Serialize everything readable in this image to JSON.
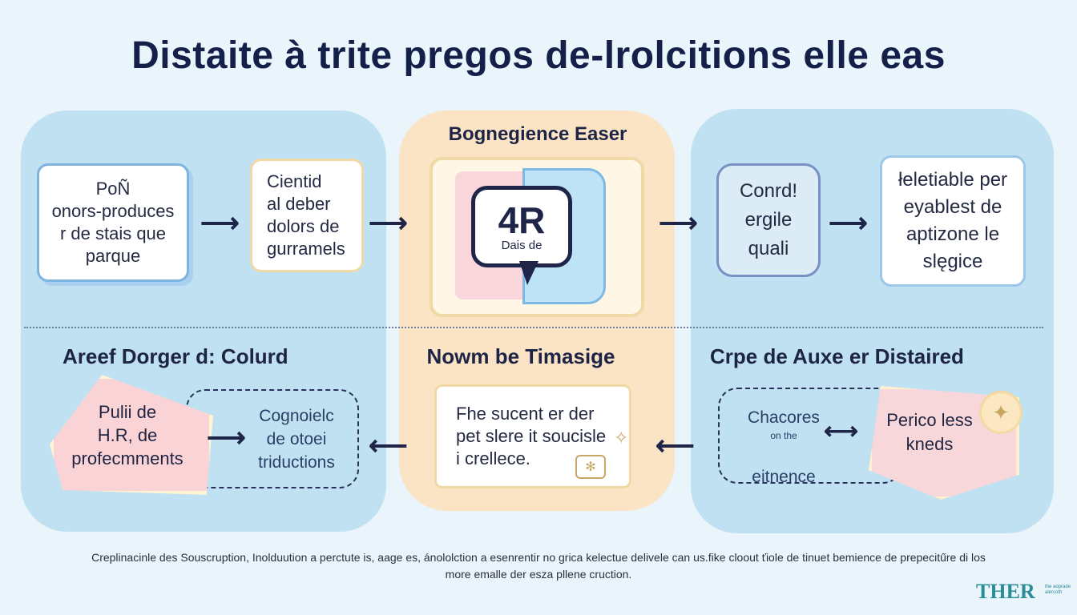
{
  "title": "Distaite à trite pregos de-lrolcitions elle eas",
  "top_left": {
    "box1": "PoÑ\nonors-produces\nr de stais que\nparque",
    "box2": "Cientid\nal deber\ndolors de\ngurramels"
  },
  "center_top": {
    "label": "Bognegience Easer",
    "badge_main": "4R",
    "badge_sub": "Dais de"
  },
  "top_right": {
    "box1": "Conrd!\nergile\nquali",
    "box2": "łeletiable per\neyablest de\naptizone le\nslęgice"
  },
  "bottom_left": {
    "heading": "Areef Dorger d: Colurd",
    "blob": "Pulii de\nH.R, de\nprofecmments",
    "dashed": "Cognoielc\nde otoei\ntriductions"
  },
  "bottom_center": {
    "heading": "Nowm be Timasige",
    "box": "Fhe sucent er der\npet slere it soucisle\ni crellece."
  },
  "bottom_right": {
    "heading": "Crpe de Auxe er Distaired",
    "dashed_top": "Chacores",
    "dashed_small": "on the",
    "dashed_bottom": "eitnence",
    "blob": "Perico less\nkneds"
  },
  "footer": "Creplinacinle des Souscruption, Inolduution a perctute is, aage es, ánololction a esenrentir no grica kelectue delivele can us.fike cloout ťiole de tinuet bemience de prepecitűre di los\nmore emalle der esza pllene cruction.",
  "logo": "THER",
  "logo_sub": "the aoprade aiercoth",
  "icons": [
    "arrow-right-icon",
    "arrow-left-icon",
    "arrow-both-icon",
    "star-icon",
    "fan-icon",
    "sparkle-icon"
  ],
  "colors": {
    "background": "#eaf4fb",
    "panel_blue": "#bfe1f1",
    "panel_peach": "#fbe4c6",
    "ink": "#1f2548",
    "pink": "#fad3d6",
    "logo": "#2b8d97"
  }
}
